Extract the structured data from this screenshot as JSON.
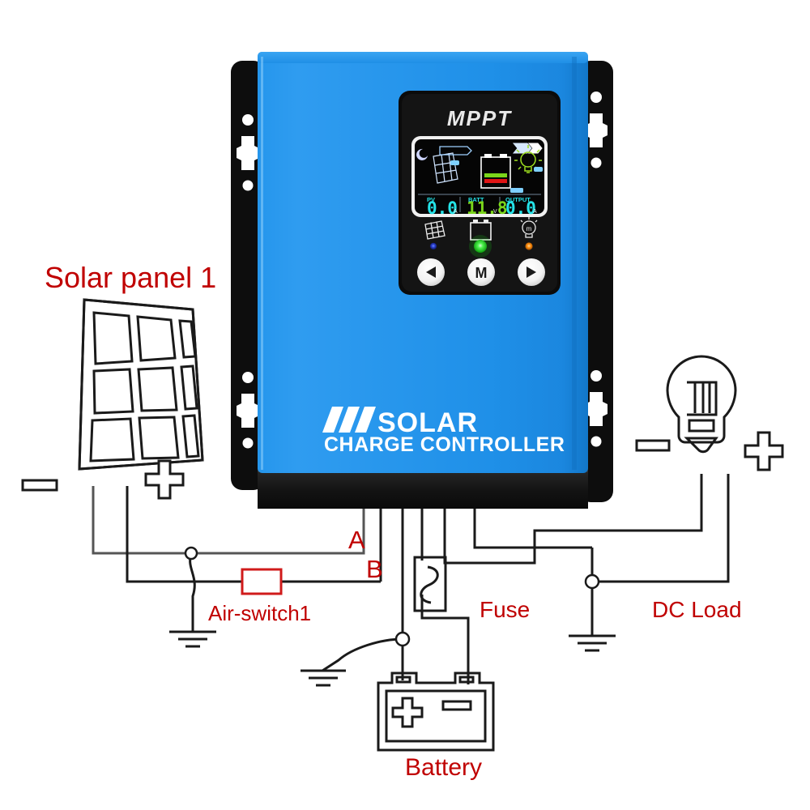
{
  "diagram": {
    "title_labels": {
      "solar_panel": "Solar panel 1",
      "air_switch": "Air-switch1",
      "fuse": "Fuse",
      "dc_load": "DC Load",
      "battery": "Battery",
      "node_a": "A",
      "node_b": "B"
    },
    "polarity": {
      "panel_minus": "—",
      "panel_plus": "+",
      "load_minus": "—",
      "load_plus": "+",
      "battery_plus": "+",
      "battery_minus": "—"
    },
    "colors": {
      "label_red": "#c00000",
      "wire_black": "#1a1a1a",
      "device_blue": "#1f90e8",
      "device_blue_dark": "#127dd0",
      "device_black": "#111111",
      "lcd_cyan": "#24e3e8",
      "lcd_green": "#7bd61a",
      "led_blue": "#2244cc",
      "led_green": "#17e017",
      "led_orange": "#ff8a10"
    }
  },
  "device": {
    "brand_top": "MPPT",
    "brand_main": "SOLAR",
    "brand_sub": "CHARGE CONTROLLER",
    "lcd": {
      "channels": [
        {
          "name": "PV",
          "value": "0.0",
          "unit": "A"
        },
        {
          "name": "BATT",
          "value": "11.8",
          "unit": "V"
        },
        {
          "name": "OUTPUT",
          "value": "0.0",
          "unit": "A"
        }
      ],
      "icons": [
        "moon-icon",
        "solar-panel-icon",
        "battery-icon",
        "bulb-icon",
        "arrow-flow-icon"
      ]
    },
    "indicators": [
      {
        "icon": "solar-panel-icon",
        "led": "blue"
      },
      {
        "icon": "battery-icon",
        "led": "green"
      },
      {
        "icon": "bulb-icon",
        "led": "orange"
      }
    ],
    "buttons": [
      {
        "name": "left-button",
        "glyph": "◀"
      },
      {
        "name": "menu-button",
        "glyph": "M"
      },
      {
        "name": "right-button",
        "glyph": "▶"
      }
    ]
  }
}
